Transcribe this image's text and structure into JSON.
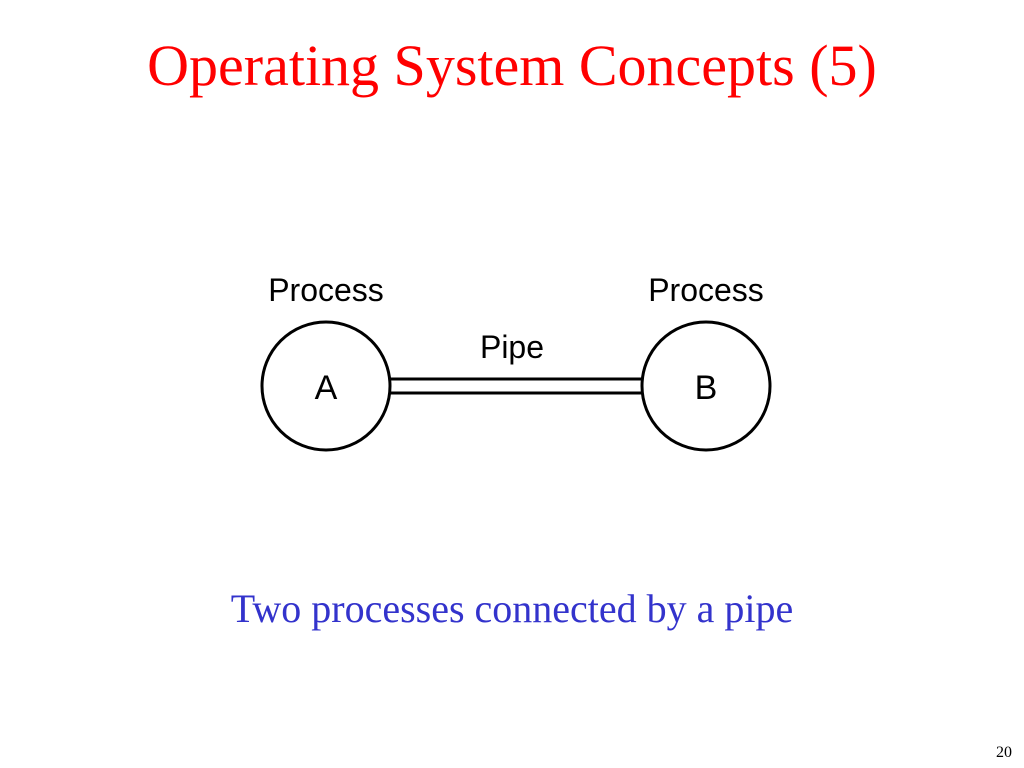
{
  "slide": {
    "title": "Operating System Concepts (5)",
    "caption": "Two processes connected by a pipe",
    "page_number": "20"
  },
  "diagram": {
    "left_label": "Process",
    "left_node": "A",
    "right_label": "Process",
    "right_node": "B",
    "connector_label": "Pipe"
  },
  "colors": {
    "title": "#ff0000",
    "caption": "#3333cc",
    "diagram": "#000000"
  }
}
